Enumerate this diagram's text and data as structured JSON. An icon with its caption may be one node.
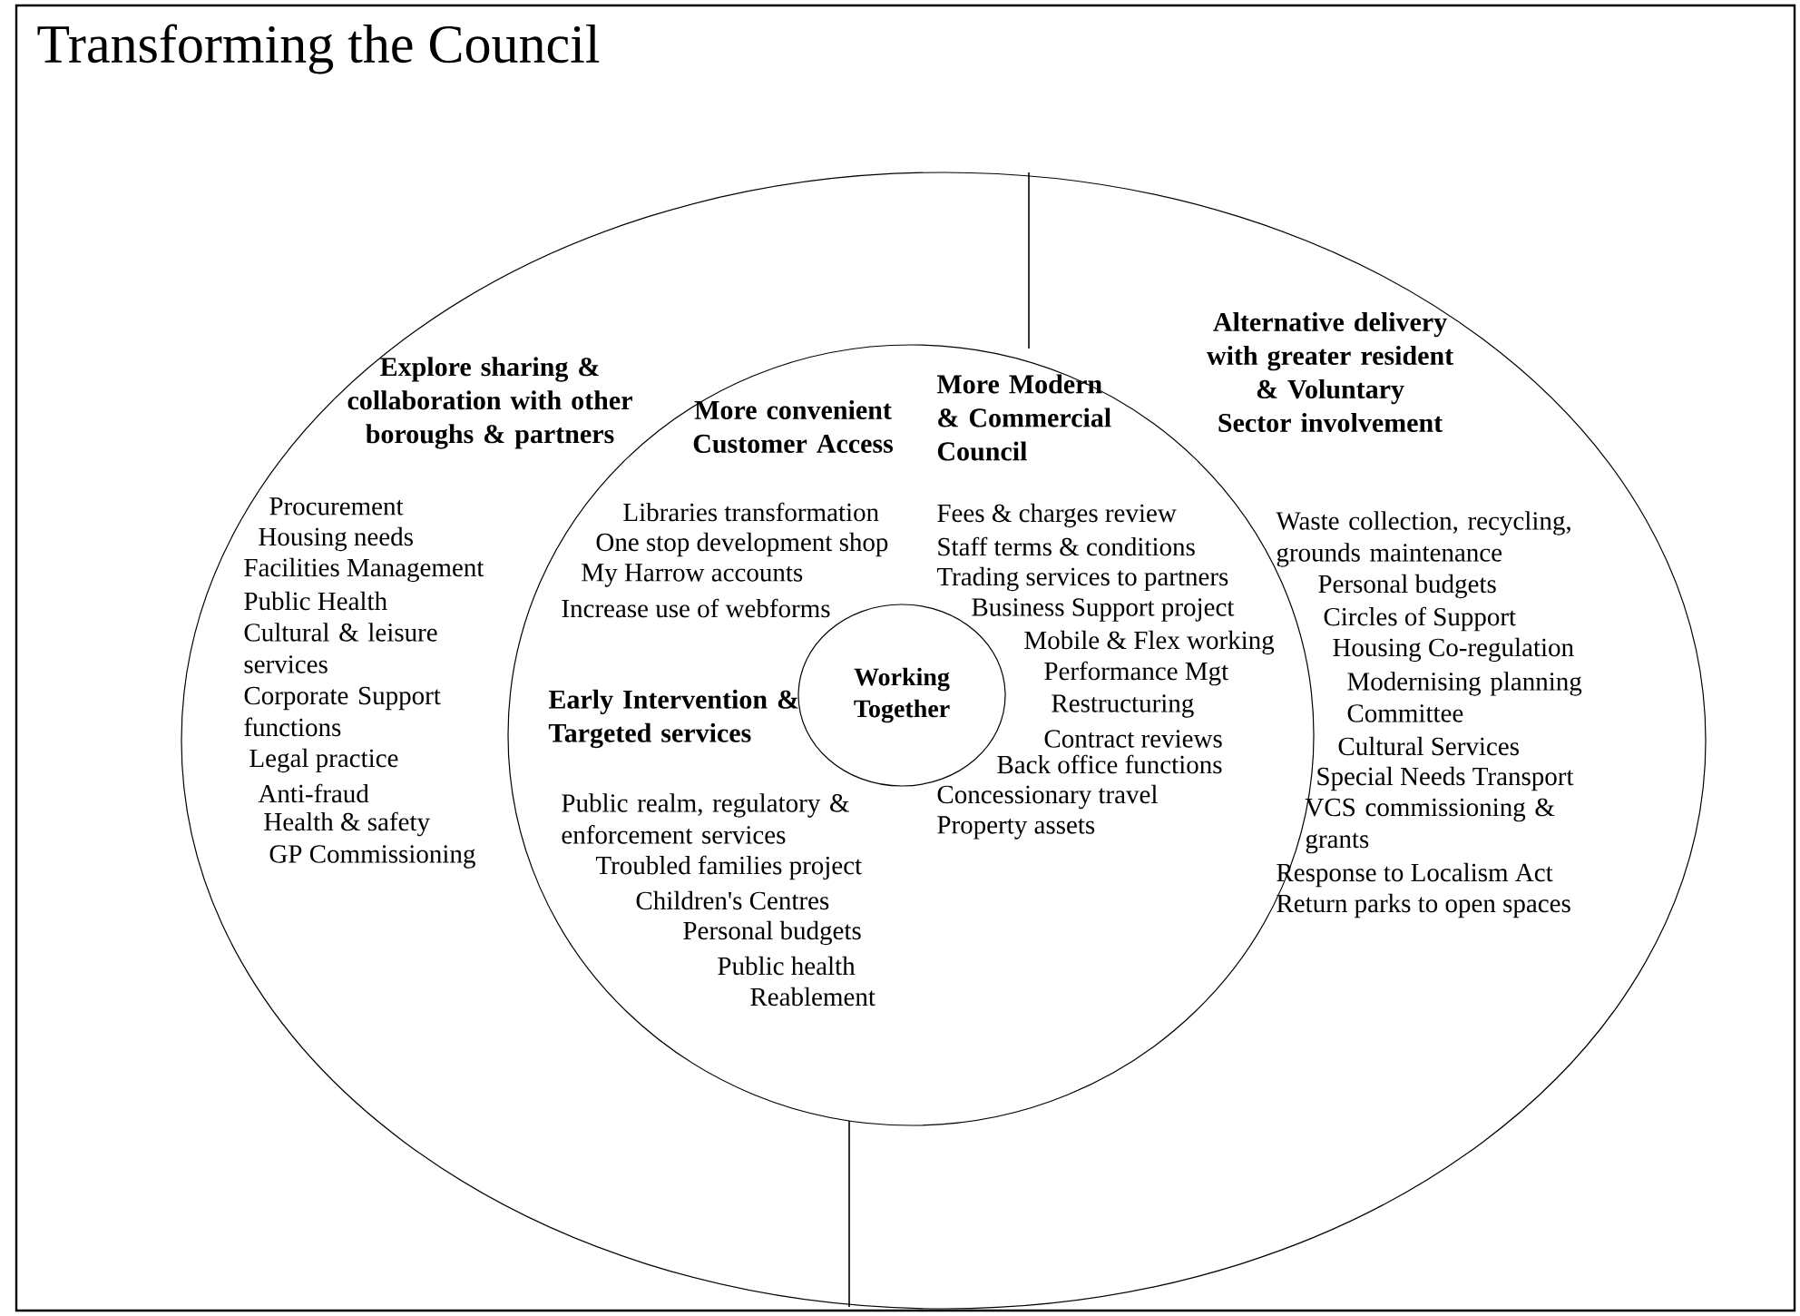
{
  "diagram": {
    "title": "Transforming the Council",
    "nodes": [
      {
        "text": [],
        "shape": "ellipse"
      },
      {
        "text": [],
        "shape": "ellipse",
        "in": 0
      },
      {
        "text": [
          "Working Together"
        ],
        "in": 1
      }
    ],
    "labels": [
      "Explore sharing & collaboration with other boroughs & partners",
      "Procurement",
      "Housing needs",
      "Facilities Management",
      "Public Health",
      "Cultural & leisure services",
      "Corporate Support functions",
      "Legal practice",
      "Anti-fraud",
      "Health & safety",
      "GP Commissioning",
      "More convenient Customer Access",
      "Libraries transformation",
      "One stop development shop",
      "My Harrow accounts",
      "Increase use of webforms",
      "More Modern & Commercial Council",
      "Fees & charges review",
      "Staff terms & conditions",
      "Trading services to partners",
      "Business Support project",
      "Mobile & Flex working",
      "Performance Mgt",
      "Restructuring",
      "Contract reviews",
      "Back office functions",
      "Concessionary travel",
      "Property assets",
      "Alternative delivery with greater resident & Voluntary Sector involvement",
      "Waste collection, recycling, grounds maintenance",
      "Personal budgets",
      "Circles of Support",
      "Housing Co-regulation",
      "Modernising planning Committee",
      "Cultural Services",
      "Special Needs Transport",
      "VCS commissioning & grants",
      "Response to Localism Act",
      "Return parks to open spaces",
      "Early Intervention & Targeted services",
      "Public realm, regulatory & enforcement services",
      "Troubled families project",
      "Children's Centres",
      "Personal budgets",
      "Public health",
      "Reablement"
    ]
  }
}
